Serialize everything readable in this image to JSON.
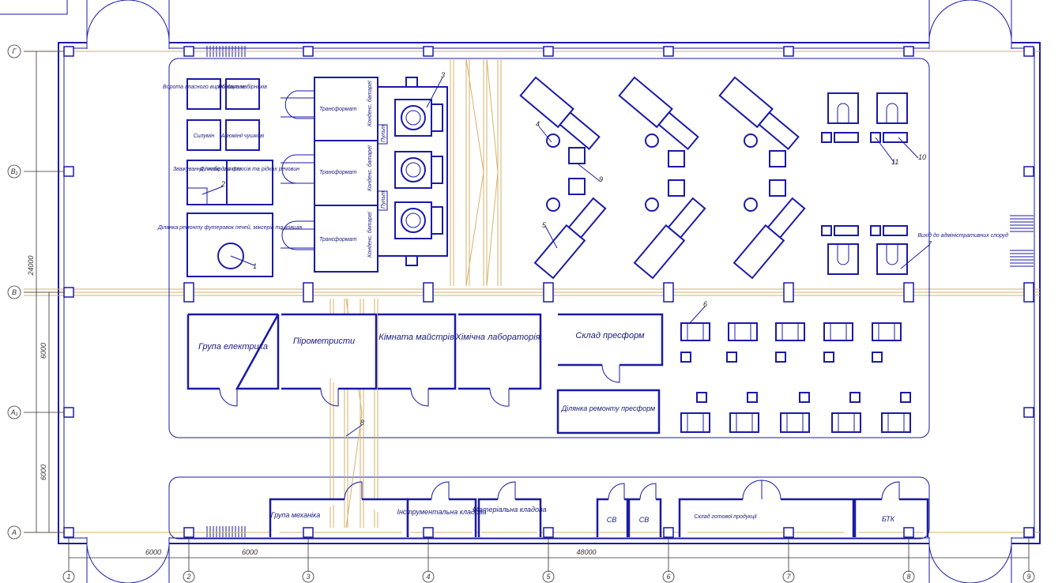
{
  "axes": {
    "rows": [
      "Г",
      "В₁",
      "В",
      "А₁",
      "А"
    ],
    "cols": [
      "1",
      "2",
      "3",
      "4",
      "5",
      "6",
      "7",
      "8",
      "9"
    ]
  },
  "dims": {
    "total_height": "24000",
    "bay_a": "6000",
    "bay_b": "6000",
    "span_1_2": "6000",
    "span_2_3": "6000",
    "total_length": "48000"
  },
  "rooms": {
    "prep": "Ворота власного виробництва",
    "razdach": "Роздача набірників",
    "silumin": "Силумін",
    "alum": "Алюмінії чушкові",
    "zvazh": "Зважування і набір шихти",
    "flux": "Ділянка для флюсів та рідких речовин",
    "repair_lining": "Ділянка ремонту футеровок печей, міксерів та ковшів",
    "transformer": "Трансформат",
    "condenser": "Конденс. батареї",
    "pult": "Пульт",
    "elec_group": "Група електрика",
    "pyrometrists": "Пірометристи",
    "masters_room": "Кімната майстрів",
    "chem_lab": "Хімічна лабораторія",
    "mold_store": "Склад пресформ",
    "mold_repair": "Ділянка ремонту пресформ",
    "mech_group": "Група механіка",
    "tool_store": "Інструментальна кладова",
    "material_store": "Матеріальна кладова",
    "sv1": "СВ",
    "sv2": "СВ",
    "finished_store": "Склад готової продукції",
    "btk": "БТК",
    "exit": "Вихід до адміністративних споруд"
  },
  "callouts": [
    "1",
    "2",
    "3",
    "4",
    "5",
    "6",
    "7",
    "8",
    "9",
    "10",
    "11"
  ]
}
